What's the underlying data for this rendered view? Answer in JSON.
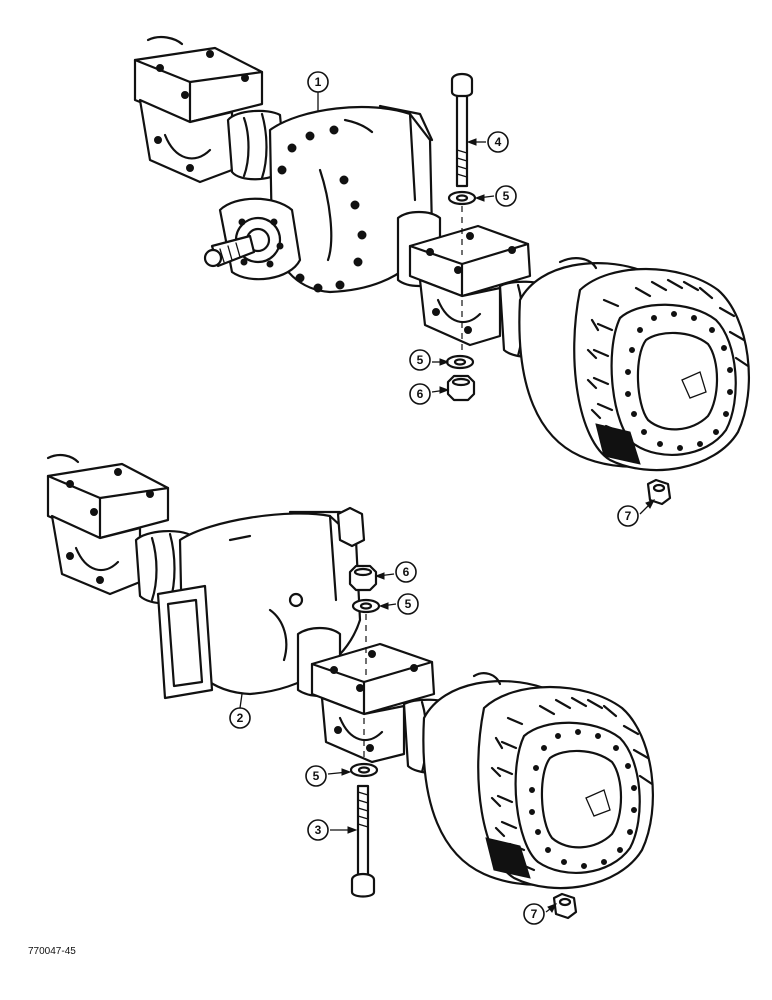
{
  "figure": {
    "id": "770047-45"
  },
  "callouts": [
    {
      "number": "1",
      "part": "upper axle housing"
    },
    {
      "number": "4",
      "part": "long bolt"
    },
    {
      "number": "5",
      "part": "washer"
    },
    {
      "number": "5",
      "part": "washer"
    },
    {
      "number": "6",
      "part": "nut"
    },
    {
      "number": "7",
      "part": "wheel nut"
    },
    {
      "number": "2",
      "part": "lower axle housing"
    },
    {
      "number": "6",
      "part": "nut"
    },
    {
      "number": "5",
      "part": "washer"
    },
    {
      "number": "5",
      "part": "washer"
    },
    {
      "number": "3",
      "part": "long bolt"
    },
    {
      "number": "7",
      "part": "wheel nut"
    }
  ]
}
